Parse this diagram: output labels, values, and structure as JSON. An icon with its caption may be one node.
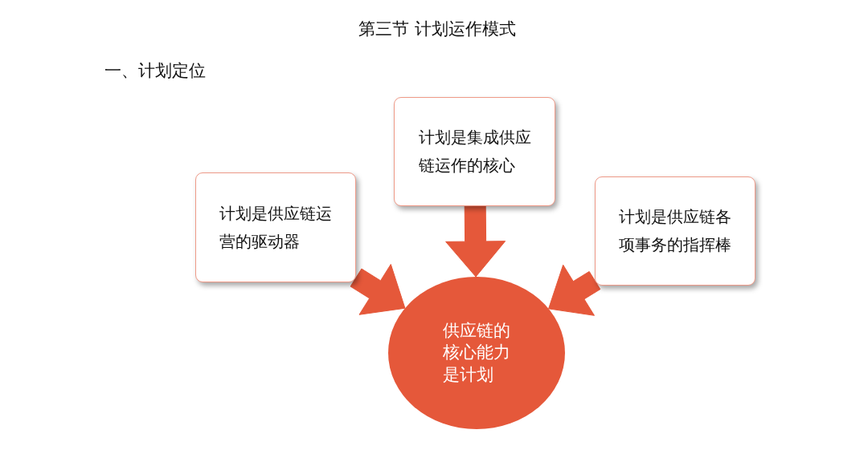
{
  "diagram": {
    "title": "第三节 计划运作模式",
    "nodes": [
      {
        "text": [
          "计划是集成供应链运作的核心"
        ]
      },
      {
        "text": [
          "计划是供应链运营的驱动器"
        ]
      },
      {
        "text": [
          "计划是供应链各项事务的指挥棒"
        ]
      },
      {
        "text": [
          "供应链的核心能力是计划"
        ]
      }
    ],
    "edges": [
      {
        "from": 1,
        "to": 3,
        "arrow": "to",
        "style": "thick"
      },
      {
        "from": 0,
        "to": 3,
        "arrow": "to",
        "style": "thick"
      },
      {
        "from": 2,
        "to": 3,
        "arrow": "to",
        "style": "thick"
      }
    ],
    "labels": [
      "一、计划定位"
    ]
  }
}
